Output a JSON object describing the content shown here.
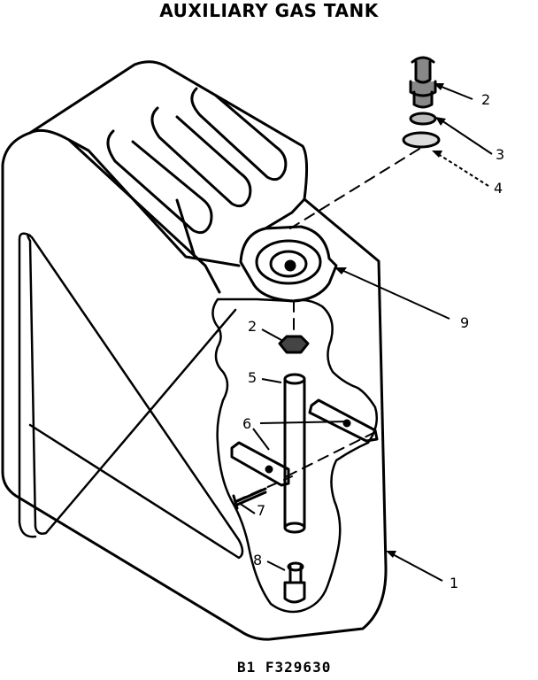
{
  "title": "AUXILIARY GAS TANK",
  "drawing_number": "B1  F329630",
  "callouts": {
    "c1": "1",
    "c2a": "2",
    "c2b": "2",
    "c3": "3",
    "c4": "4",
    "c5": "5",
    "c6": "6",
    "c7": "7",
    "c8": "8",
    "c9": "9"
  }
}
